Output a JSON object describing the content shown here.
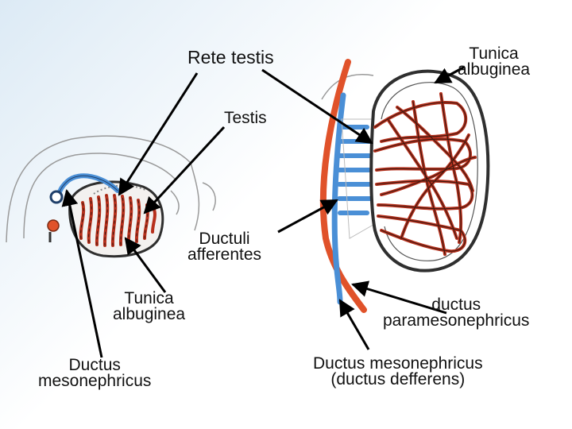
{
  "labels": {
    "rete_testis": "Rete testis",
    "tunica_albuginea_right": [
      "Tunica",
      "albuginea"
    ],
    "testis": "Testis",
    "ductuli_afferentes": [
      "Ductuli",
      "afferentes"
    ],
    "tunica_albuginea_left": [
      "Tunica",
      "albuginea"
    ],
    "ductus_paramesonephricus": [
      "ductus",
      "paramesonephricus"
    ],
    "ductus_mesonephricus_left": [
      "Ductus",
      "mesonephricus"
    ],
    "ductus_mesonephricus_right": [
      "Ductus mesonephricus",
      "(ductus defferens)"
    ]
  },
  "colors": {
    "mesonephric_duct": "#4a8fd6",
    "paramesonephric_duct": "#e0522a",
    "tubule": "#b7301c",
    "tubule_outline": "#3a1810",
    "capsule": "#2f2f2f",
    "arrow": "#000000",
    "background_tint": "#dceaf5"
  }
}
